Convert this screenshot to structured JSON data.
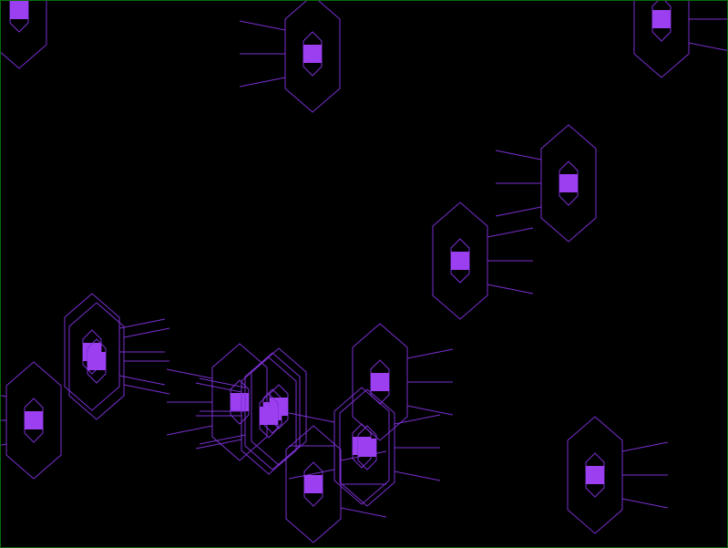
{
  "colors": {
    "background": "#000000",
    "border": "#0a6b0a",
    "ship_outline": "#7a2fd0",
    "ship_core": "#9b3ff0"
  },
  "entities": {
    "type": "hexagonal-ship",
    "count": 17,
    "antenna_counts": [
      0,
      3,
      3,
      3,
      3,
      3,
      3,
      3,
      3,
      3,
      0,
      3,
      3,
      3,
      3,
      3,
      3
    ],
    "facing": [
      "none",
      "left",
      "right",
      "left",
      "right",
      "right",
      "right",
      "left",
      "left",
      "left",
      "none",
      "right",
      "left",
      "right",
      "right",
      "left",
      "right"
    ]
  }
}
